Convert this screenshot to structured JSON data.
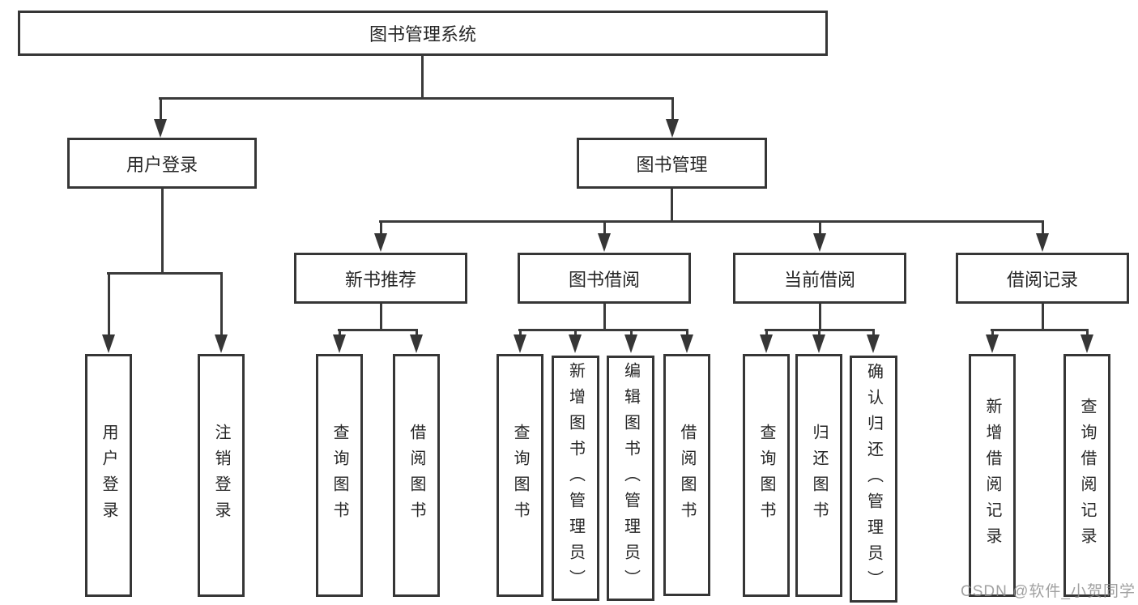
{
  "diagram": {
    "type": "tree-structure-chart",
    "colors": {
      "background": "#ffffff",
      "line": "#3a3a3a",
      "box_border": "#363636",
      "text": "#262626",
      "watermark": "#8c8c8c"
    }
  },
  "tree": {
    "label": "图书管理系统",
    "children": [
      {
        "label": "用户登录",
        "children": [
          {
            "label": "用户登录"
          },
          {
            "label": "注销登录"
          }
        ]
      },
      {
        "label": "图书管理",
        "children": [
          {
            "label": "新书推荐",
            "children": [
              {
                "label": "查询图书"
              },
              {
                "label": "借阅图书"
              }
            ]
          },
          {
            "label": "图书借阅",
            "children": [
              {
                "label": "查询图书"
              },
              {
                "label": "新增图书（管理员）"
              },
              {
                "label": "编辑图书（管理员）"
              },
              {
                "label": "借阅图书"
              }
            ]
          },
          {
            "label": "当前借阅",
            "children": [
              {
                "label": "查询图书"
              },
              {
                "label": "归还图书"
              },
              {
                "label": "确认归还（管理员）"
              }
            ]
          },
          {
            "label": "借阅记录",
            "children": [
              {
                "label": "新增借阅记录"
              },
              {
                "label": "查询借阅记录"
              }
            ]
          }
        ]
      }
    ]
  },
  "watermark": {
    "text": "CSDN @软件_小贺同学"
  }
}
